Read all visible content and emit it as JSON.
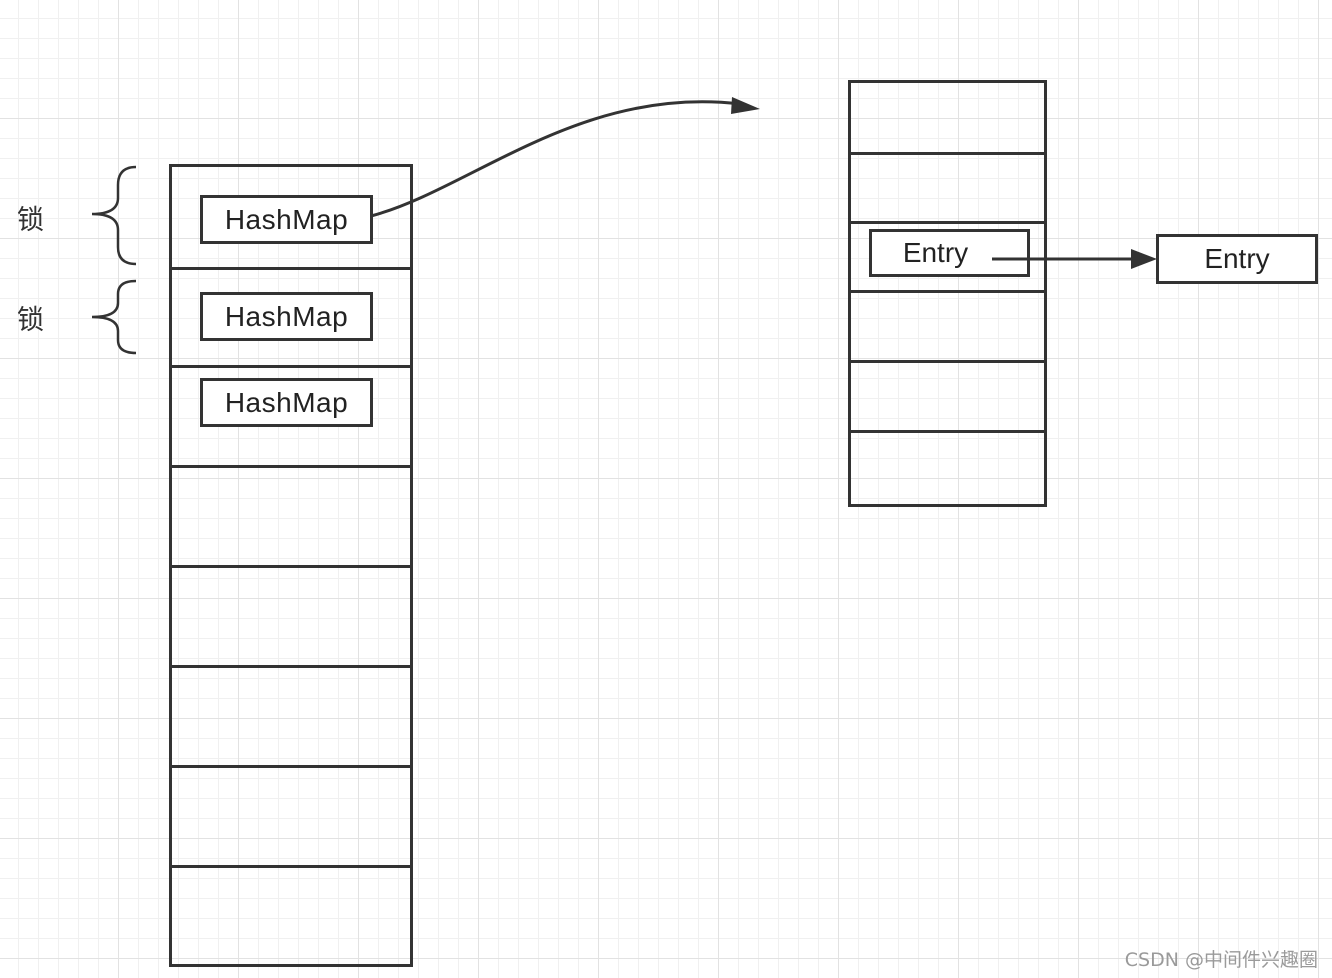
{
  "segments": {
    "locks": [
      "锁",
      "锁"
    ],
    "entries": [
      "HashMap",
      "HashMap",
      "HashMap"
    ]
  },
  "table": {
    "inner_entry": "Entry",
    "next_entry": "Entry"
  },
  "watermark": "CSDN @中间件兴趣圈"
}
